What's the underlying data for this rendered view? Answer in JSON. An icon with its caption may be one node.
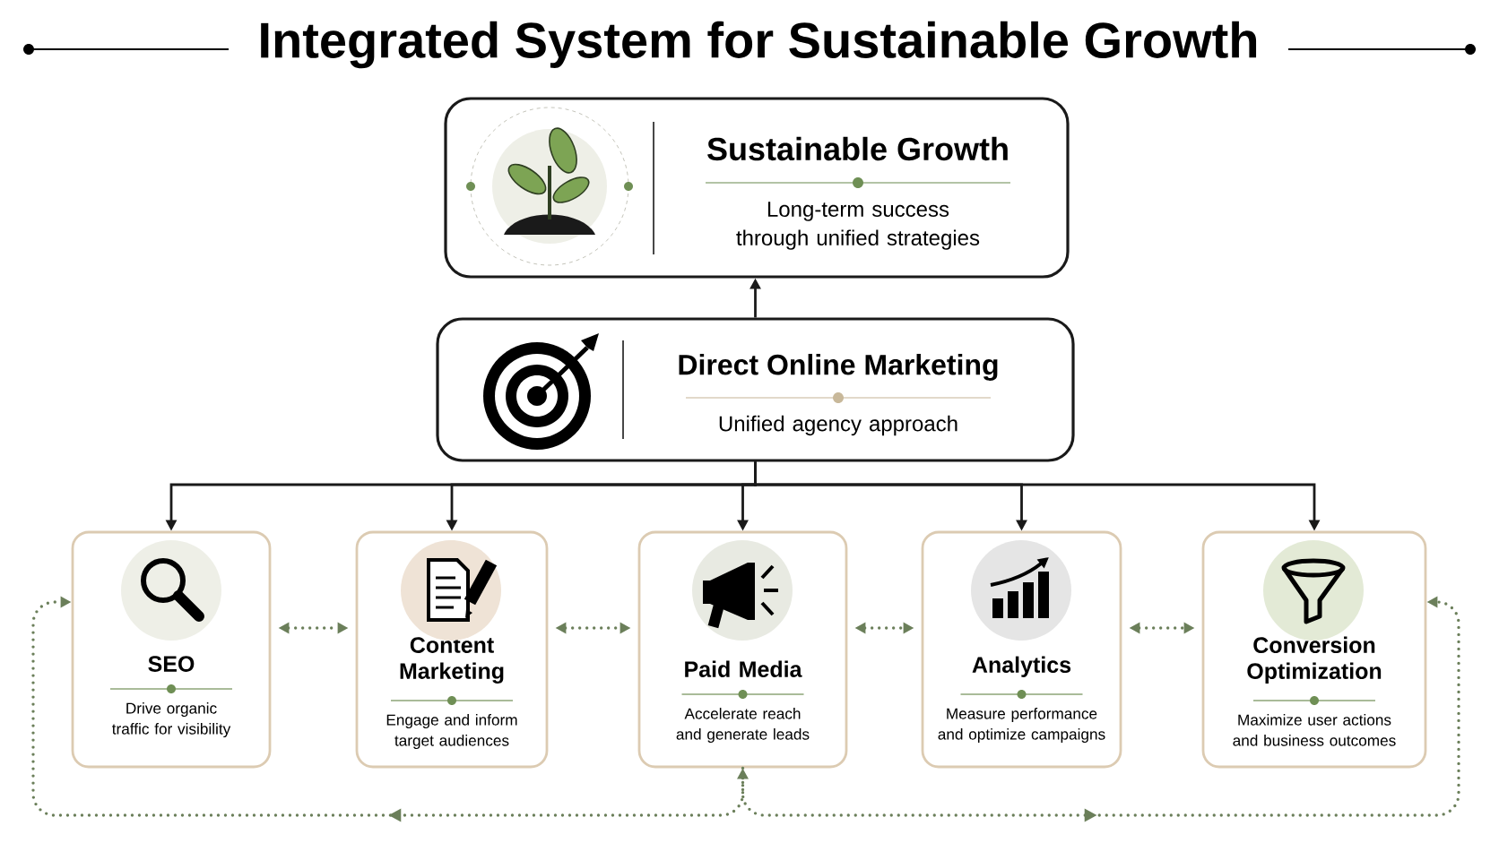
{
  "diagram": {
    "title": "Integrated System for Sustainable Growth",
    "nodes": [
      {
        "text": [
          "Sustainable Growth",
          "Long-term success through unified strategies"
        ]
      },
      {
        "text": [
          "Direct Online Marketing",
          "Unified agency approach"
        ]
      },
      {
        "text": [
          "SEO",
          "Drive organic traffic for visibility"
        ]
      },
      {
        "text": [
          "Content Marketing",
          "Engage and inform target audiences"
        ]
      },
      {
        "text": [
          "Paid Media",
          "Accelerate reach and generate leads"
        ]
      },
      {
        "text": [
          "Analytics",
          "Measure performance and optimize campaigns"
        ]
      },
      {
        "text": [
          "Conversion Optimization",
          "Maximize user actions and business outcomes"
        ]
      }
    ],
    "edges": [
      {
        "from": 1,
        "to": 0,
        "arrow": "to",
        "color": "#1a1a1a"
      },
      {
        "from": 1,
        "to": 2,
        "arrow": "to",
        "color": "#1a1a1a"
      },
      {
        "from": 1,
        "to": 3,
        "arrow": "to",
        "color": "#1a1a1a"
      },
      {
        "from": 1,
        "to": 4,
        "arrow": "to",
        "color": "#1a1a1a"
      },
      {
        "from": 1,
        "to": 5,
        "arrow": "to",
        "color": "#1a1a1a"
      },
      {
        "from": 1,
        "to": 6,
        "arrow": "to",
        "color": "#1a1a1a"
      },
      {
        "from": 2,
        "to": 3,
        "arrow": "both",
        "style": "dashed",
        "color": "#6b7f5a"
      },
      {
        "from": 3,
        "to": 4,
        "arrow": "both",
        "style": "dashed",
        "color": "#6b7f5a"
      },
      {
        "from": 4,
        "to": 5,
        "arrow": "both",
        "style": "dashed",
        "color": "#6b7f5a"
      },
      {
        "from": 5,
        "to": 6,
        "arrow": "both",
        "style": "dashed",
        "color": "#6b7f5a"
      },
      {
        "from": 4,
        "to": 2,
        "arrow": "both",
        "style": "dashed",
        "color": "#6b7f5a"
      },
      {
        "from": 4,
        "to": 6,
        "arrow": "to",
        "style": "dashed",
        "color": "#6b7f5a"
      }
    ]
  }
}
